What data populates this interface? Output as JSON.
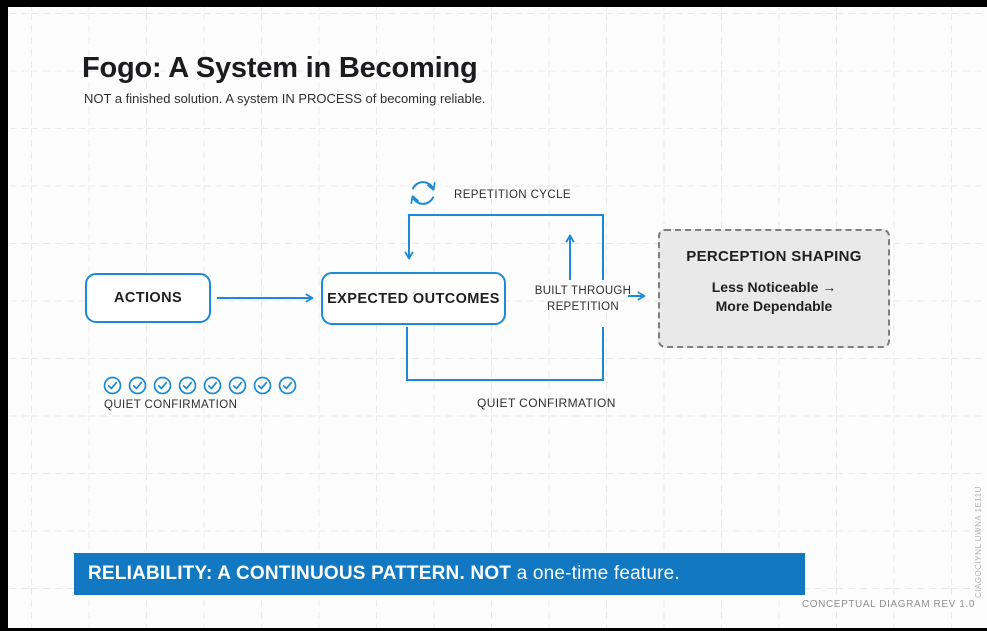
{
  "page": {
    "title": "Fogo: A System in Becoming",
    "subtitle": "NOT a finished solution. A system IN PROCESS of becoming reliable.",
    "footer_note": "CONCEPTUAL DIAGRAM REV 1.0",
    "side_watermark": "CIAGOCIYNL UWNA 1E11U"
  },
  "colors": {
    "diagram_blue": "#1b8bd6",
    "banner_blue": "#1278c2",
    "panel_gray": "#e9e9e9",
    "frame_black": "#000000"
  },
  "diagram": {
    "repetition_cycle_label": "REPETITION CYCLE",
    "actions_label": "ACTIONS",
    "expected_outcomes_label": "EXPECTED OUTCOMES",
    "built_through_line1": "BUILT THROUGH",
    "built_through_line2": "REPETITION",
    "perception": {
      "title": "PERCEPTION SHAPING",
      "line1": "Less Noticeable →",
      "line2": "More Dependable"
    },
    "quiet_confirmation_left": "QUIET CONFIRMATION",
    "quiet_confirmation_middle": "QUIET CONFIRMATION",
    "checkmark_count": 8
  },
  "banner": {
    "bold_text": "RELIABILITY: A CONTINUOUS PATTERN. NOT",
    "regular_text": " a one-time feature."
  }
}
